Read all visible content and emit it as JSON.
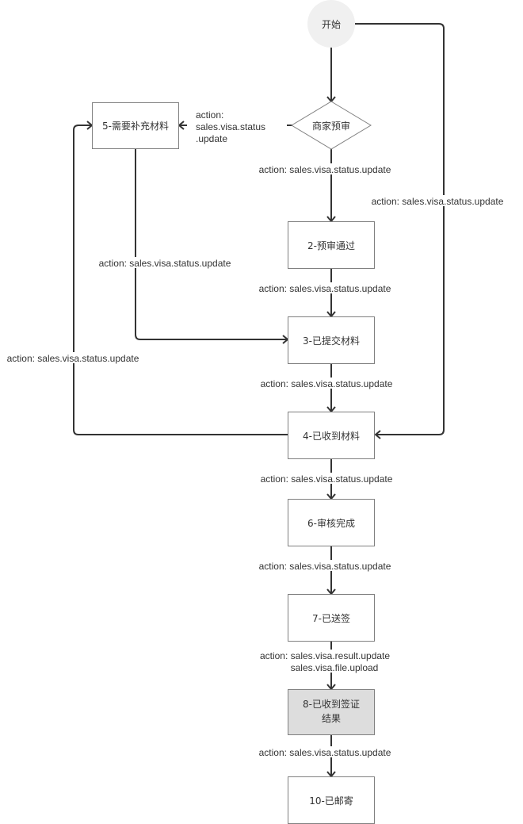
{
  "diagram": {
    "title": "",
    "nodes": [
      {
        "id": "start",
        "shape": "circle",
        "label": [
          "开始"
        ]
      },
      {
        "id": "review",
        "shape": "diamond",
        "label": [
          "商家预审"
        ]
      },
      {
        "id": "n5",
        "shape": "box",
        "label": [
          "5-需要补充材料"
        ]
      },
      {
        "id": "n2",
        "shape": "box",
        "label": [
          "2-预审通过"
        ]
      },
      {
        "id": "n3",
        "shape": "box",
        "label": [
          "3-已提交材料"
        ]
      },
      {
        "id": "n4",
        "shape": "box",
        "label": [
          "4-已收到材料"
        ]
      },
      {
        "id": "n6",
        "shape": "box",
        "label": [
          "6-审核完成"
        ]
      },
      {
        "id": "n7",
        "shape": "box",
        "label": [
          "7-已送签"
        ]
      },
      {
        "id": "n8",
        "shape": "box",
        "highlight": true,
        "label": [
          "8-已收到签证",
          "结果"
        ]
      },
      {
        "id": "n10",
        "shape": "box",
        "label": [
          "10-已邮寄"
        ]
      }
    ],
    "edges": [
      {
        "from": "start",
        "to": "review",
        "label": []
      },
      {
        "from": "start",
        "to": "n4",
        "label": [
          "action: sales.visa.status.update"
        ]
      },
      {
        "from": "review",
        "to": "n5",
        "label": [
          "action:",
          "sales.visa.status",
          ".update"
        ]
      },
      {
        "from": "review",
        "to": "n2",
        "label": [
          "action: sales.visa.status.update"
        ]
      },
      {
        "from": "n5",
        "to": "n3",
        "label": [
          "action: sales.visa.status.update"
        ]
      },
      {
        "from": "n2",
        "to": "n3",
        "label": [
          "action: sales.visa.status.update"
        ]
      },
      {
        "from": "n3",
        "to": "n4",
        "label": [
          "action: sales.visa.status.update"
        ]
      },
      {
        "from": "n4",
        "to": "n5",
        "label": [
          "action: sales.visa.status.update"
        ]
      },
      {
        "from": "n4",
        "to": "n6",
        "label": [
          "action: sales.visa.status.update"
        ]
      },
      {
        "from": "n6",
        "to": "n7",
        "label": [
          "action: sales.visa.status.update"
        ]
      },
      {
        "from": "n7",
        "to": "n8",
        "label": [
          "action: sales.visa.result.update",
          "sales.visa.file.upload"
        ]
      },
      {
        "from": "n8",
        "to": "n10",
        "label": [
          "action: sales.visa.status.update"
        ]
      }
    ]
  }
}
